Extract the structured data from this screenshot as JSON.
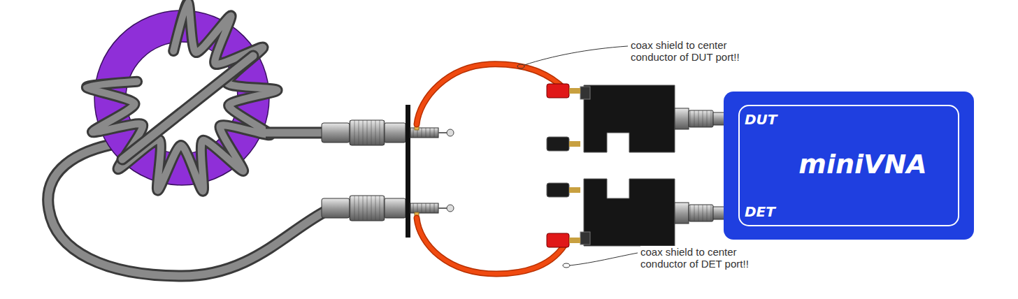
{
  "diagram": {
    "nodes": [
      {
        "text": [
          "DUT",
          "miniVNA",
          "DET"
        ]
      }
    ],
    "labels": [
      "coax shield to center conductor of DUT port!!",
      "coax shield to center conductor of DET port!!"
    ]
  }
}
